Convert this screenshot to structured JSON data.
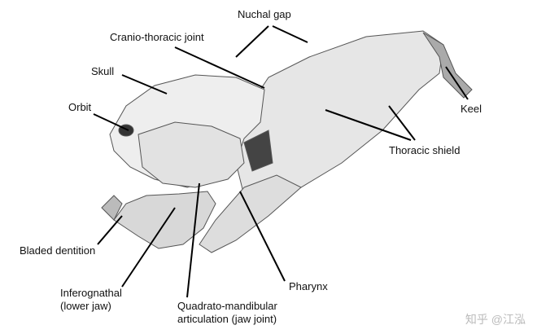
{
  "labels": {
    "nuchal_gap": "Nuchal gap",
    "cranio_thoracic": "Cranio-thoracic joint",
    "skull": "Skull",
    "orbit": "Orbit",
    "keel": "Keel",
    "thoracic_shield": "Thoracic shield",
    "bladed_dentition": "Bladed dentition",
    "inferognathal_1": "Inferognathal",
    "inferognathal_2": "(lower jaw)",
    "quadrato_1": "Quadrato-mandibular",
    "quadrato_2": "articulation (jaw joint)",
    "pharynx": "Pharynx"
  },
  "watermark": "知乎 @江泓"
}
